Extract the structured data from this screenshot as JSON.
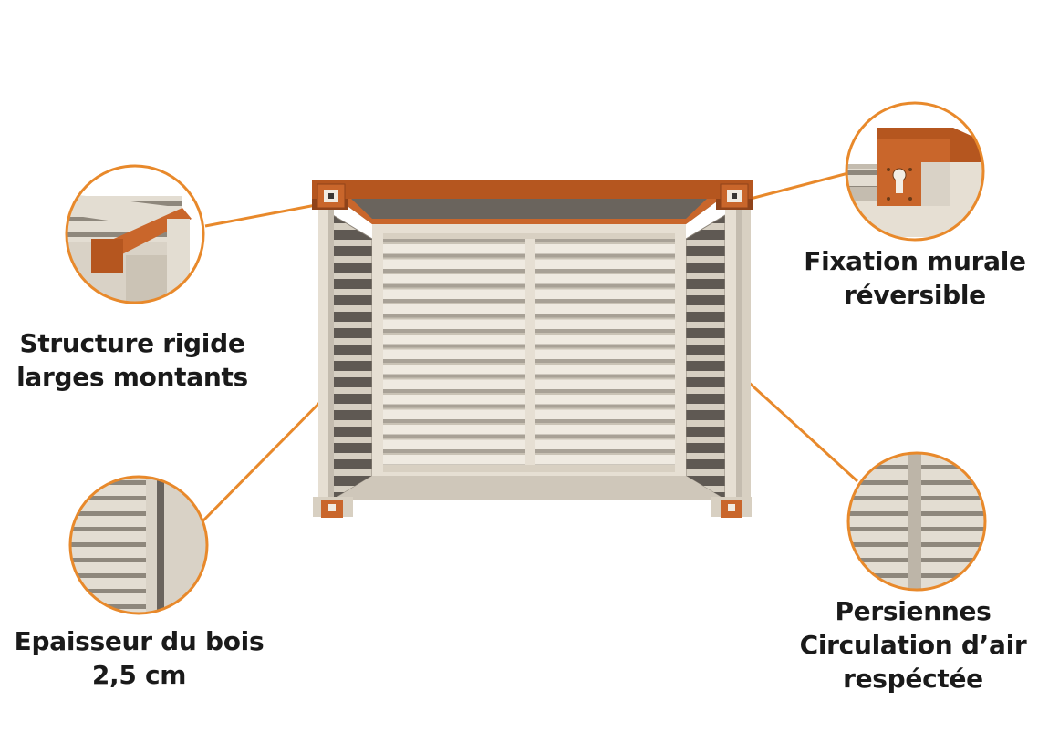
{
  "colors": {
    "accent": "#e8892b",
    "wood_top": "#b5561f",
    "beige": "#d8d0c2",
    "beige_light": "#e6dfd3",
    "dark_slat": "#5f5953",
    "text": "#1a1a1a"
  },
  "callouts": {
    "structure": {
      "line1": "Structure rigide",
      "line2": "larges montants"
    },
    "epaisseur": {
      "line1": "Epaisseur du bois",
      "line2": "2,5 cm"
    },
    "fixation": {
      "line1": "Fixation murale",
      "line2": "réversible"
    },
    "persiennes": {
      "line1": "Persiennes",
      "line2": "Circulation d’air",
      "line3": "respéctée"
    }
  },
  "icons": [
    "corner-detail",
    "thickness-detail",
    "keyhole-bracket-detail",
    "louvre-detail"
  ]
}
